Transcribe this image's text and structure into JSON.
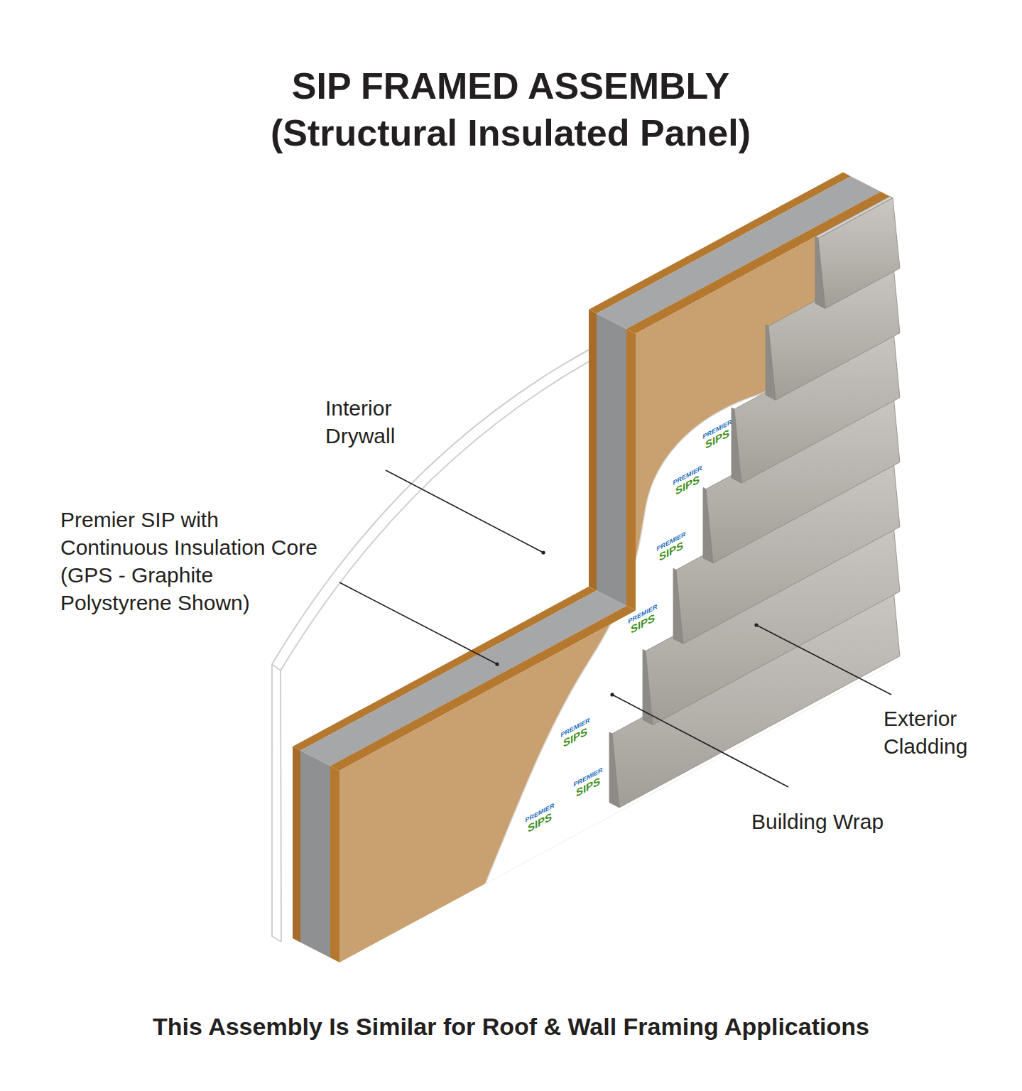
{
  "diagram": {
    "title": "SIP FRAMED ASSEMBLY (Structural Insulated Panel)",
    "caption": "This Assembly Is Similar for Roof & Wall Framing Applications",
    "labels": [
      "Interior Drywall",
      "Premier SIP with Continuous Insulation Core (GPS - Graphite Polystyrene Shown)",
      "PREMIER SIPS",
      "PREMIER SIPS",
      "PREMIER SIPS",
      "PREMIER SIPS",
      "PREMIER SIPS",
      "PREMIER SIPS",
      "PREMIER SIPS",
      "Exterior Cladding",
      "Building Wrap"
    ]
  }
}
